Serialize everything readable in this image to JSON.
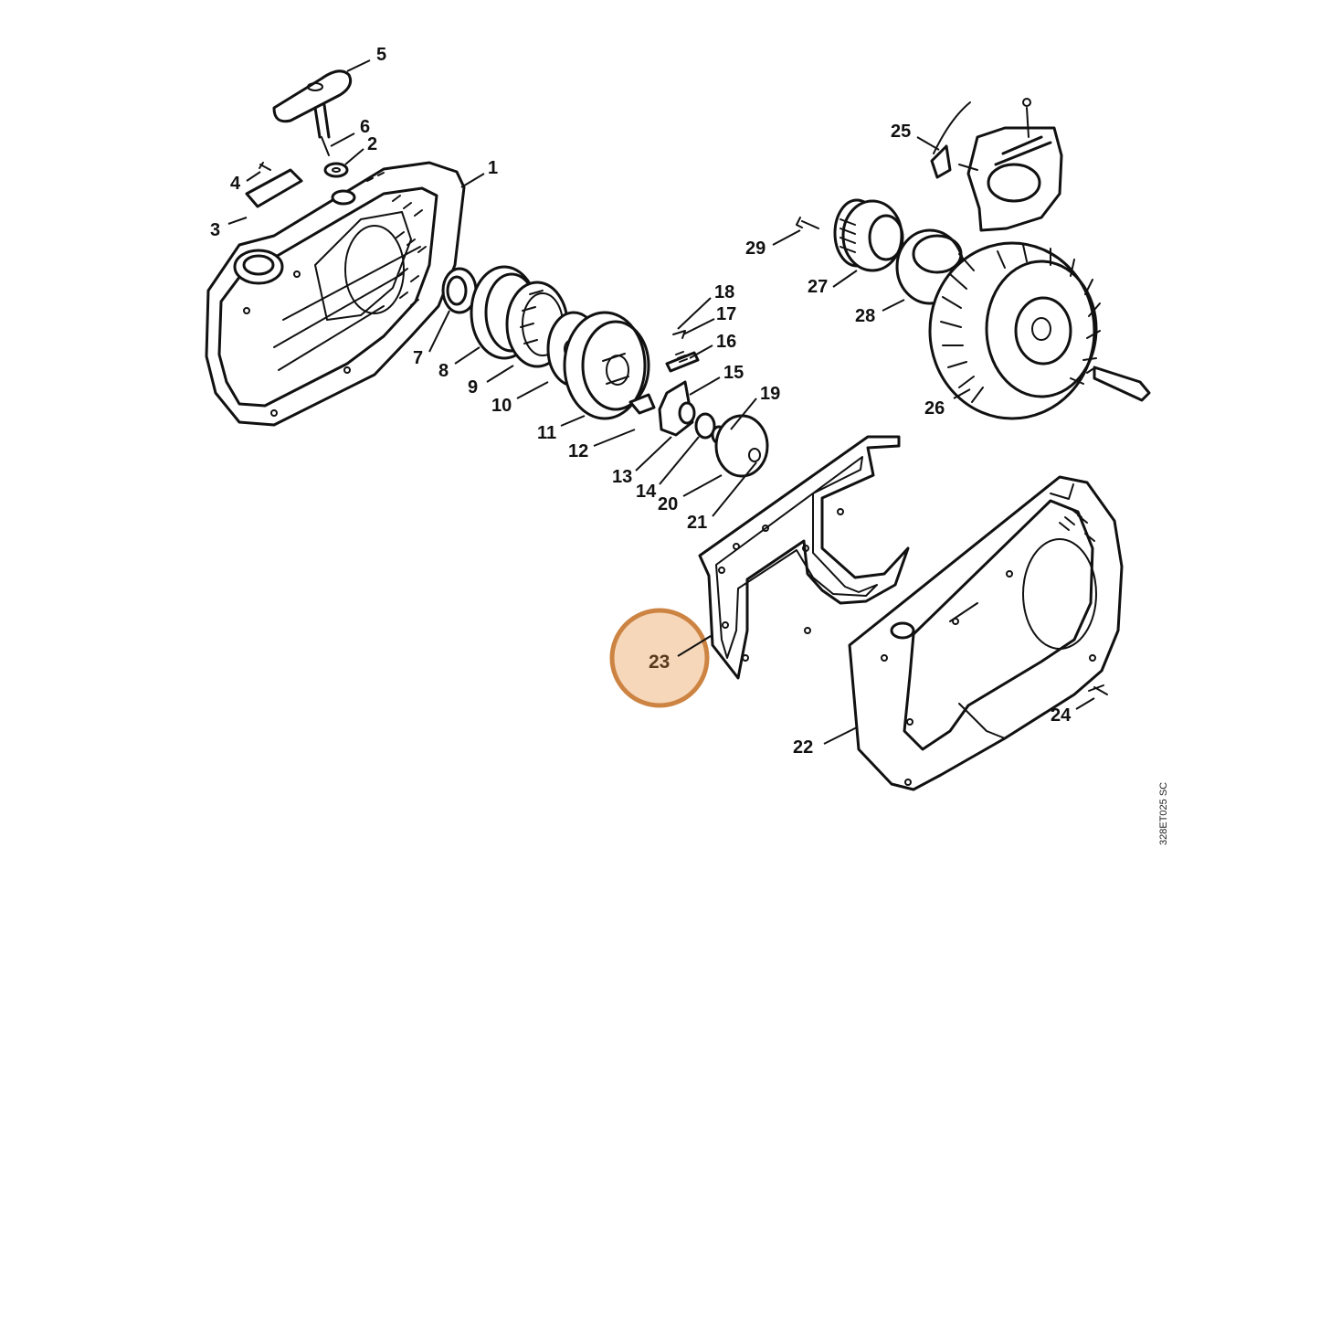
{
  "diagram": {
    "drawing_id": "328ET025 SC",
    "highlighted_part": "23",
    "colors": {
      "highlight_fill": "#f6d7b9",
      "highlight_stroke": "#cd8443",
      "line": "#111111",
      "background": "#ffffff"
    },
    "callouts": [
      {
        "id": "1",
        "label": "1"
      },
      {
        "id": "2",
        "label": "2"
      },
      {
        "id": "3",
        "label": "3"
      },
      {
        "id": "4",
        "label": "4"
      },
      {
        "id": "5",
        "label": "5"
      },
      {
        "id": "6",
        "label": "6"
      },
      {
        "id": "7",
        "label": "7"
      },
      {
        "id": "8",
        "label": "8"
      },
      {
        "id": "9",
        "label": "9"
      },
      {
        "id": "10",
        "label": "10"
      },
      {
        "id": "11",
        "label": "11"
      },
      {
        "id": "12",
        "label": "12"
      },
      {
        "id": "13",
        "label": "13"
      },
      {
        "id": "14",
        "label": "14"
      },
      {
        "id": "15",
        "label": "15"
      },
      {
        "id": "16",
        "label": "16"
      },
      {
        "id": "17",
        "label": "17"
      },
      {
        "id": "18",
        "label": "18"
      },
      {
        "id": "19",
        "label": "19"
      },
      {
        "id": "20",
        "label": "20"
      },
      {
        "id": "21",
        "label": "21"
      },
      {
        "id": "22",
        "label": "22"
      },
      {
        "id": "23",
        "label": "23"
      },
      {
        "id": "24",
        "label": "24"
      },
      {
        "id": "25",
        "label": "25"
      },
      {
        "id": "26",
        "label": "26"
      },
      {
        "id": "27",
        "label": "27"
      },
      {
        "id": "28",
        "label": "28"
      },
      {
        "id": "29",
        "label": "29"
      }
    ]
  }
}
